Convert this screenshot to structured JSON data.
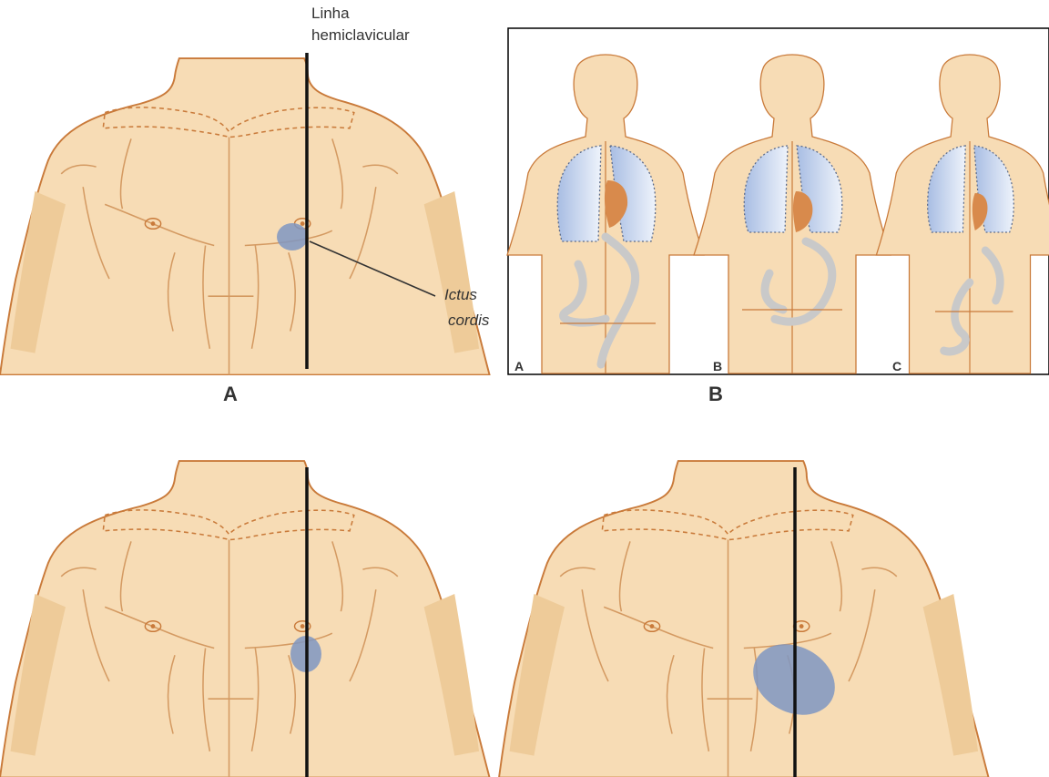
{
  "panel_a": {
    "line_label_1": "Linha",
    "line_label_2": "hemiclavicular",
    "ictus_label_1": "Ictus",
    "ictus_label_2": "cordis",
    "panel_letter": "A"
  },
  "panel_b": {
    "panel_letter": "B",
    "sub_letters": [
      "A",
      "B",
      "C"
    ]
  },
  "colors": {
    "skin": "#f7dcb5",
    "outline": "#c97a3a",
    "ictus": "#7f97c2",
    "lung": "#cad8ef",
    "heart": "#d88a4c"
  }
}
